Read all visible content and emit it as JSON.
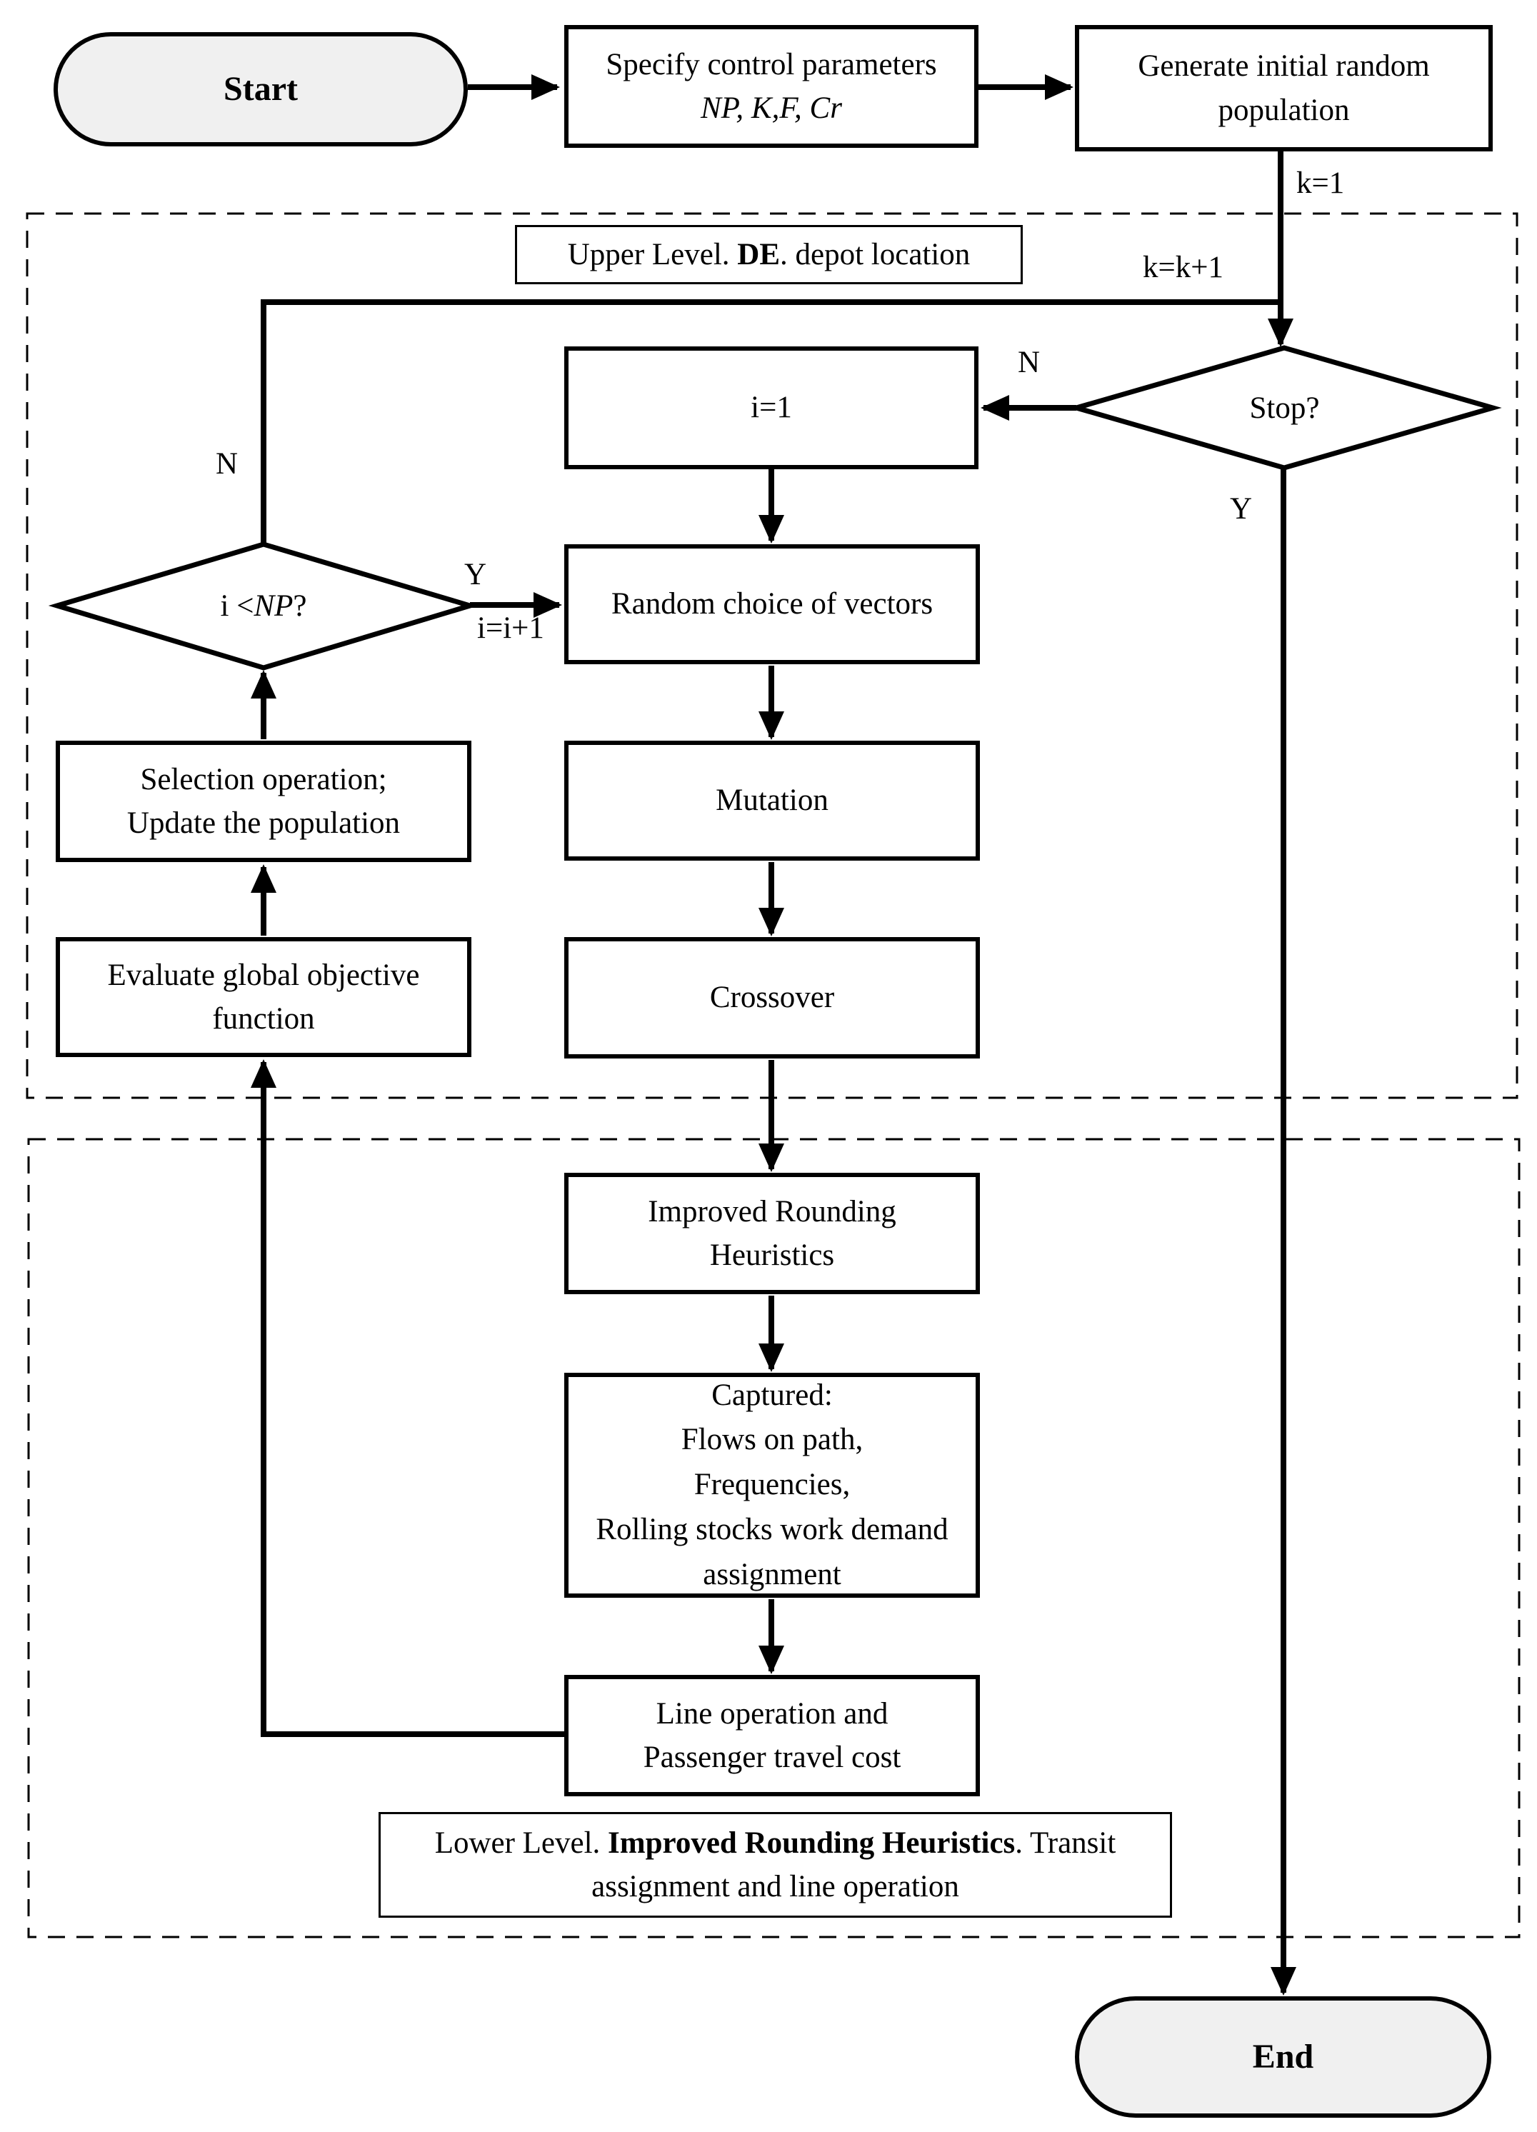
{
  "nodes": {
    "start": {
      "label": "Start"
    },
    "specify": {
      "line1": "Specify control parameters",
      "line2": "NP, K,F, Cr"
    },
    "generate": {
      "label": "Generate initial random\npopulation"
    },
    "stop_decision": {
      "label": "Stop?"
    },
    "i_init": {
      "label": "i=1"
    },
    "i_np_decision": {
      "pre": "i < ",
      "var": "NP",
      "post": " ?"
    },
    "random_choice": {
      "label": "Random choice of vectors"
    },
    "mutation": {
      "label": "Mutation"
    },
    "crossover": {
      "label": "Crossover"
    },
    "selection": {
      "label": "Selection operation;\nUpdate the population"
    },
    "evaluate": {
      "label": "Evaluate global objective\nfunction"
    },
    "improved_rounding": {
      "label": "Improved Rounding\nHeuristics"
    },
    "captured": {
      "label": "Captured:\nFlows on path,\nFrequencies,\nRolling stocks work demand\nassignment"
    },
    "line_operation": {
      "label": "Line operation and\nPassenger travel cost"
    },
    "end": {
      "label": "End"
    }
  },
  "region_labels": {
    "upper": {
      "pre": "Upper Level. ",
      "bold": "DE",
      "post": ". depot location"
    },
    "lower": {
      "pre": "Lower Level. ",
      "bold": "Improved Rounding Heuristics",
      "post": ". Transit assignment and line operation"
    }
  },
  "edge_labels": {
    "k_init": "k=1",
    "k_inc": "k=k+1",
    "stop_no": "N",
    "stop_yes": "Y",
    "np_no": "N",
    "np_yes": "Y",
    "i_inc": "i=i+1"
  },
  "colors": {
    "line": "#000000",
    "terminal_fill": "#f0f0f0",
    "background": "#ffffff"
  }
}
